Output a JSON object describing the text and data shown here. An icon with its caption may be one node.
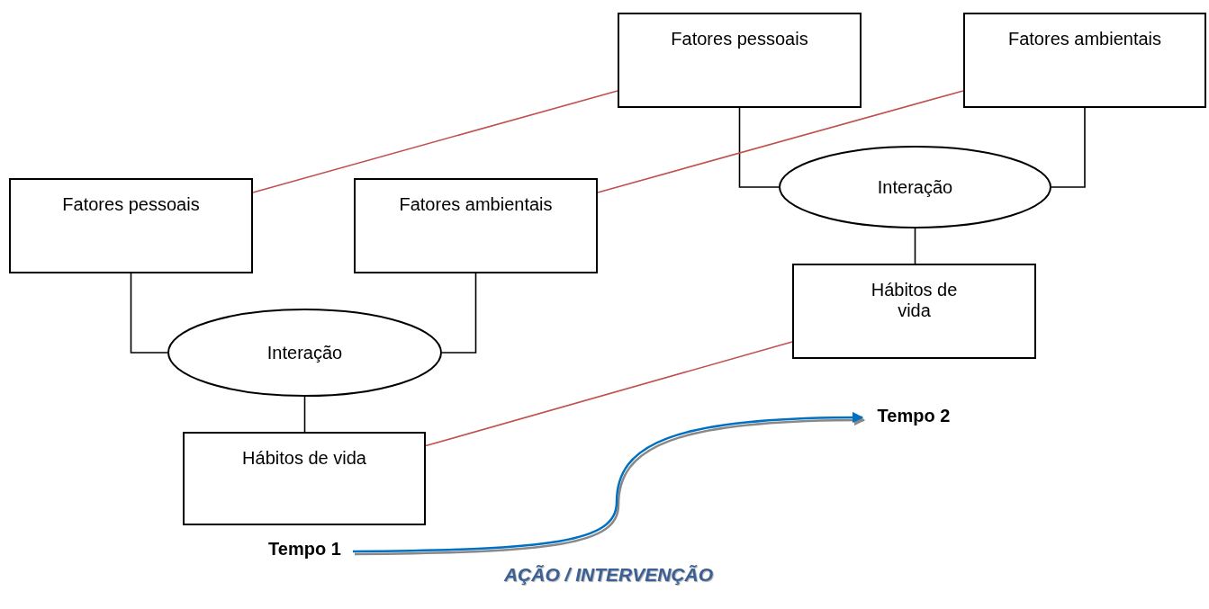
{
  "diagram": {
    "nodes": [
      {
        "text": [
          "Fatores pessoais"
        ]
      },
      {
        "text": [
          "Fatores ambientais"
        ]
      },
      {
        "text": [
          "Interação"
        ]
      },
      {
        "text": [
          "Hábitos de vida"
        ]
      },
      {
        "text": [
          "Fatores pessoais"
        ]
      },
      {
        "text": [
          "Fatores ambientais"
        ]
      },
      {
        "text": [
          "Interação"
        ]
      },
      {
        "text": [
          "Hábitos de vida"
        ]
      },
      {
        "text": [
          "Tempo 1"
        ]
      },
      {
        "text": [
          "Tempo 2"
        ]
      }
    ],
    "edges": [
      {
        "from": 0,
        "to": 2,
        "arrow": "none"
      },
      {
        "from": 1,
        "to": 2,
        "arrow": "none"
      },
      {
        "from": 2,
        "to": 3,
        "arrow": "none"
      },
      {
        "from": 4,
        "to": 6,
        "arrow": "none"
      },
      {
        "from": 5,
        "to": 6,
        "arrow": "none"
      },
      {
        "from": 6,
        "to": 7,
        "arrow": "none"
      },
      {
        "from": 0,
        "to": 4,
        "arrow": "none",
        "color": "#c0504d"
      },
      {
        "from": 1,
        "to": 5,
        "arrow": "none",
        "color": "#c0504d"
      },
      {
        "from": 3,
        "to": 7,
        "arrow": "none",
        "color": "#c0504d"
      },
      {
        "from": 8,
        "to": 9,
        "arrow": "to",
        "color": "#0070c0",
        "label": "AÇÃO / INTERVENÇÃO"
      }
    ]
  }
}
